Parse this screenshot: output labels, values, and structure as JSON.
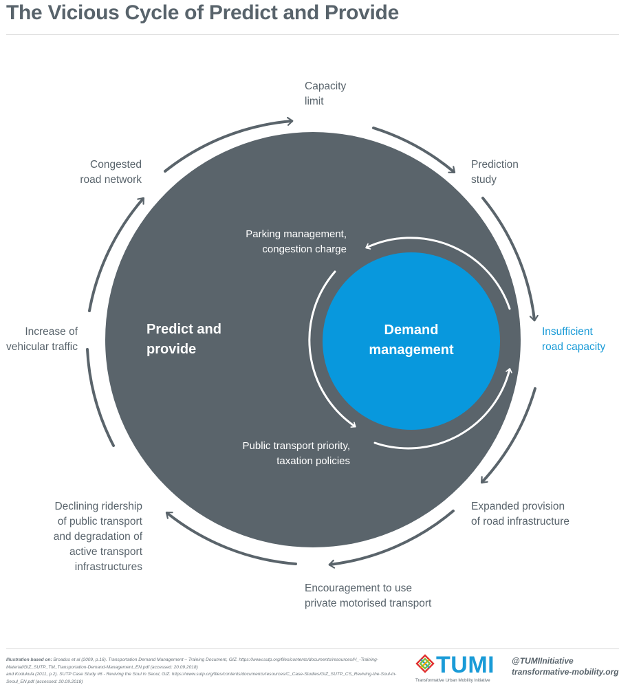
{
  "title": "The Vicious Cycle of Predict and Provide",
  "outer_cycle": [
    {
      "id": "capacity",
      "text": "Capacity\nlimit"
    },
    {
      "id": "prediction",
      "text": "Prediction\nstudy"
    },
    {
      "id": "insufficient",
      "text": "Insufficient\nroad capacity"
    },
    {
      "id": "expanded",
      "text": "Expanded provision\nof road infrastructure"
    },
    {
      "id": "encouragement",
      "text": "Encouragement to use\nprivate motorised transport"
    },
    {
      "id": "declining",
      "text": "Declining ridership\nof public transport\nand degradation of\nactive transport\ninfrastructures"
    },
    {
      "id": "increase",
      "text": "Increase of\nvehicular traffic"
    },
    {
      "id": "congested",
      "text": "Congested\nroad network"
    }
  ],
  "inner_cycle": {
    "parking": "Parking management,\ncongestion charge",
    "public": "Public transport priority,\ntaxation policies"
  },
  "center_left": "Predict and\nprovide",
  "center_right": "Demand\nmanagement",
  "colors": {
    "dark": "#5a646b",
    "blue": "#0898dd",
    "arrow": "#5a646b",
    "accent_text": "#1a9bd7"
  },
  "footer": {
    "credit_lead": "Illustration based on:",
    "credit_line1": " Broadus et al (2009, p.16). Transportation Demand Management – Training Document, GIZ. https://www.sutp.org/files/contents/documents/resources/H_-Training-Material/GIZ_SUTP_TM_Transportation-Demand-Management_EN.pdf (accessed: 20.09.2018)",
    "credit_line2": "and Kodukula (2011, p.2). SUTP Case Study #6 - Reviving the Soul in Seoul, GIZ. https://www.sutp.org/files/contents/documents/resources/C_Case-Studies/GIZ_SUTP_CS_Reviving-the-Soul-in-Seoul_EN.pdf (accessed: 20.09.2018)",
    "logo_word": "TUMI",
    "logo_sub": "Transformative Urban Mobility Initiative",
    "handle": "@TUMIInitiative",
    "site": "transformative-mobility.org"
  }
}
